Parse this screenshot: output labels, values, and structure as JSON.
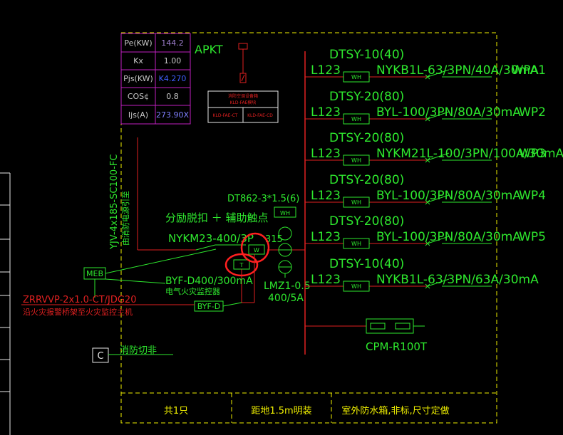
{
  "load_table": [
    {
      "label": "Pe(KW)",
      "value": "144.2"
    },
    {
      "label": "Kx",
      "value": "1.00"
    },
    {
      "label": "Pjs(KW)",
      "value": "K4.270"
    },
    {
      "label": "COS¢",
      "value": "0.8"
    },
    {
      "label": "Ijs(A)",
      "value": "273.90X"
    }
  ],
  "panel_name": "APKT",
  "legend": {
    "title": "消防空调设备箱",
    "subtitle": "KLD-FAE模块",
    "cell_left": "KLD-FAE-CT",
    "cell_right": "KLD-FAE-CD"
  },
  "incoming": {
    "cable": "YJV-4x185-SC100-FC",
    "note": "由消防电源引至"
  },
  "main": {
    "aux_label": "分励脱扣 ＋ 辅助触点",
    "breaker": "NYKM23-400/3P",
    "breaker_suffix": "315",
    "spd": "DT862-3*1.5(6)",
    "ct": "LMZ1-0.5",
    "ct_ratio": "400/5A",
    "fire_monitor": "BYF-D400/300mA",
    "fire_monitor_cn": "电气火灾监控器",
    "byf_box": "BYF-D",
    "meb": "MEB",
    "t_box": "T",
    "w_box": "W",
    "wh": "WH"
  },
  "signal": {
    "cable": "ZRRVVP-2x1.0-CT/JDG20",
    "note": "沿火灾报警桥架至火灾监控主机"
  },
  "circuits": [
    {
      "meter": "DTSY-10(40)",
      "phase": "L123",
      "breaker": "NYKB1L-63/3PN/40A/30mA",
      "tag": "WPA1"
    },
    {
      "meter": "DTSY-20(80)",
      "phase": "L123",
      "breaker": "BYL-100/3PN/80A/30mA",
      "tag": "WP2"
    },
    {
      "meter": "DTSY-20(80)",
      "phase": "L123",
      "breaker": "NYKM21L-100/3PN/100A/30mA",
      "tag": "WP3"
    },
    {
      "meter": "DTSY-20(80)",
      "phase": "L123",
      "breaker": "BYL-100/3PN/80A/30mA",
      "tag": "WP4"
    },
    {
      "meter": "DTSY-20(80)",
      "phase": "L123",
      "breaker": "BYL-100/3PN/80A/30mA",
      "tag": "WP5"
    },
    {
      "meter": "DTSY-10(40)",
      "phase": "L123",
      "breaker": "NYKB1L-63/3PN/63A/30mA",
      "tag": ""
    }
  ],
  "spd_device": "CPM-R100T",
  "fire_cut": {
    "box": "C",
    "label": "消防切非"
  },
  "footer": [
    "共1只",
    "距地1.5m明装",
    "室外防水箱,非标,尺寸定做"
  ],
  "colors": {
    "background": "#000000",
    "lines_green": "#2ee82e",
    "text_white": "#e8e8e8",
    "frame_yellow": "#f0f000",
    "table_magenta": "#c020c0",
    "busbar_red": "#e02020",
    "annotation_red": "#ff2020"
  }
}
